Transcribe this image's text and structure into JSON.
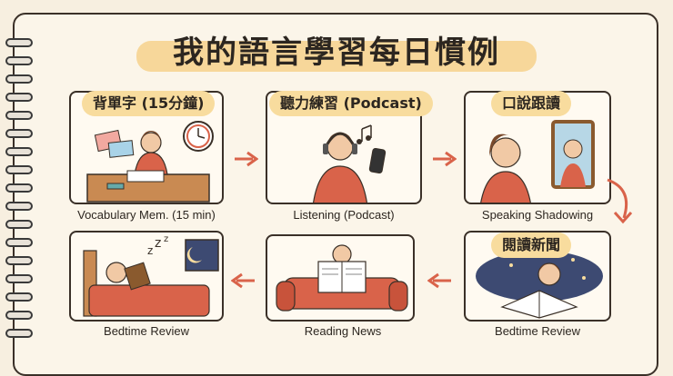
{
  "title": "我的語言學習每日慣例",
  "steps": [
    {
      "label": "背單字 (15分鐘)",
      "caption": "Vocabulary Mem. (15 min)"
    },
    {
      "label": "聽力練習 (Podcast)",
      "caption": "Listening (Podcast)"
    },
    {
      "label": "口說跟讀",
      "caption": "Speaking Shadowing"
    },
    {
      "label": "閱讀新聞",
      "caption": "Bedtime Review"
    },
    {
      "label": "",
      "caption": "Reading News"
    },
    {
      "label": "",
      "caption": "Bedtime Review"
    }
  ],
  "icons": [
    "notebook-spiral-icon",
    "clock-icon",
    "headphones-icon",
    "music-notes-icon",
    "mirror-icon",
    "newspaper-icon",
    "moon-icon",
    "sleep-z-icon"
  ],
  "colors": {
    "accent": "#d9634a",
    "highlight": "#f8dc9e",
    "paper": "#fbf5e9"
  }
}
